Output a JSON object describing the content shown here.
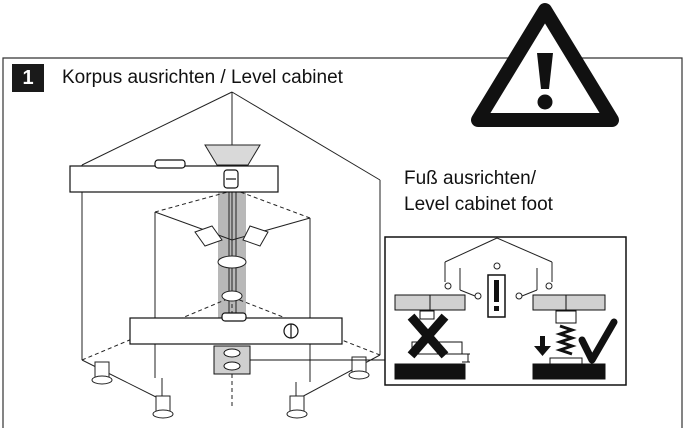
{
  "step": {
    "number": "1",
    "title": "Korpus ausrichten / Level cabinet"
  },
  "callout": {
    "line1": "Fuß ausrichten/",
    "line2": "Level cabinet foot"
  },
  "icons": {
    "warning": "warning-triangle-icon",
    "wrong": "cross-mark-icon",
    "correct": "check-mark-icon",
    "attention": "exclamation-icon",
    "direction": "down-arrow-icon"
  },
  "colors": {
    "ink": "#111111",
    "shaded_panel": "#b8b8b8",
    "badge": "#1a1a1a"
  }
}
